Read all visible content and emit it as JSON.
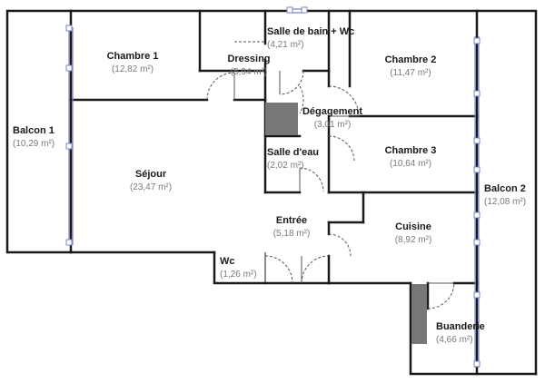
{
  "plan": {
    "colors": {
      "wall": "#1a1a1a",
      "window": "#7b86c8",
      "door": "#555555",
      "duct": "#777777",
      "name_text": "#1a1a1a",
      "area_text": "#7a7a7a"
    },
    "rooms": [
      {
        "id": "balcon-1",
        "name": "Balcon 1",
        "area": "(10,29 m²)"
      },
      {
        "id": "chambre-1",
        "name": "Chambre 1",
        "area": "(12,82 m²)"
      },
      {
        "id": "dressing",
        "name": "Dressing",
        "area": "(5,94 m²)"
      },
      {
        "id": "salle-de-bain-wc",
        "name": "Salle de bain + Wc",
        "area": "(4,21 m²)"
      },
      {
        "id": "chambre-2",
        "name": "Chambre 2",
        "area": "(11,47 m²)"
      },
      {
        "id": "degagement",
        "name": "Dégagement",
        "area": "(3,01 m²)"
      },
      {
        "id": "sejour",
        "name": "Séjour",
        "area": "(23,47 m²)"
      },
      {
        "id": "salle-d-eau",
        "name": "Salle d'eau",
        "area": "(2,02 m²)"
      },
      {
        "id": "chambre-3",
        "name": "Chambre 3",
        "area": "(10,64 m²)"
      },
      {
        "id": "balcon-2",
        "name": "Balcon 2",
        "area": "(12,08 m²)"
      },
      {
        "id": "entree",
        "name": "Entrée",
        "area": "(5,18 m²)"
      },
      {
        "id": "cuisine",
        "name": "Cuisine",
        "area": "(8,92 m²)"
      },
      {
        "id": "wc",
        "name": "Wc",
        "area": "(1,26 m²)"
      },
      {
        "id": "buanderie",
        "name": "Buanderie",
        "area": "(4,66 m²)"
      }
    ]
  }
}
